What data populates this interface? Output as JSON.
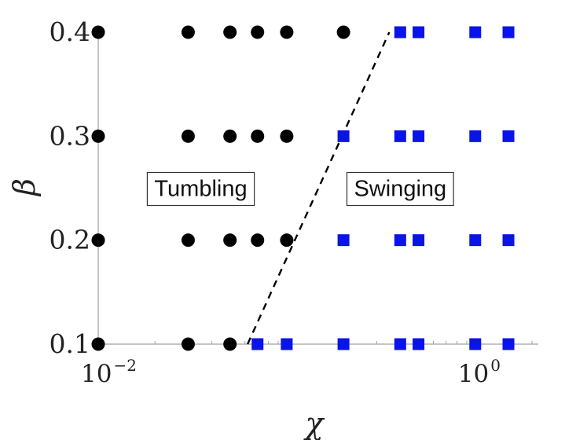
{
  "chart_data": {
    "type": "scatter",
    "xscale": "log",
    "xlabel": "χ",
    "ylabel": "β",
    "xlim": [
      0.01,
      2.0
    ],
    "ylim": [
      0.1,
      0.4
    ],
    "x_ticks": [
      {
        "value": 0.01,
        "base": "10",
        "exp": "−2"
      },
      {
        "value": 1.0,
        "base": "10",
        "exp": "0"
      }
    ],
    "y_ticks": [
      {
        "value": 0.1,
        "label": "0.1"
      },
      {
        "value": 0.2,
        "label": "0.2"
      },
      {
        "value": 0.3,
        "label": "0.3"
      },
      {
        "value": 0.4,
        "label": "0.4"
      }
    ],
    "series": [
      {
        "marker": "circle",
        "color": "#000000",
        "points": [
          [
            0.01,
            0.1
          ],
          [
            0.03,
            0.1
          ],
          [
            0.05,
            0.1
          ],
          [
            0.01,
            0.2
          ],
          [
            0.03,
            0.2
          ],
          [
            0.05,
            0.2
          ],
          [
            0.07,
            0.2
          ],
          [
            0.1,
            0.2
          ],
          [
            0.01,
            0.3
          ],
          [
            0.03,
            0.3
          ],
          [
            0.05,
            0.3
          ],
          [
            0.07,
            0.3
          ],
          [
            0.1,
            0.3
          ],
          [
            0.01,
            0.4
          ],
          [
            0.03,
            0.4
          ],
          [
            0.05,
            0.4
          ],
          [
            0.07,
            0.4
          ],
          [
            0.1,
            0.4
          ],
          [
            0.2,
            0.4
          ]
        ]
      },
      {
        "marker": "square",
        "color": "#0a14e6",
        "points": [
          [
            0.07,
            0.1
          ],
          [
            0.1,
            0.1
          ],
          [
            0.2,
            0.1
          ],
          [
            0.4,
            0.1
          ],
          [
            0.5,
            0.1
          ],
          [
            1.0,
            0.1
          ],
          [
            1.5,
            0.1
          ],
          [
            0.2,
            0.2
          ],
          [
            0.4,
            0.2
          ],
          [
            0.5,
            0.2
          ],
          [
            1.0,
            0.2
          ],
          [
            1.5,
            0.2
          ],
          [
            0.2,
            0.3
          ],
          [
            0.4,
            0.3
          ],
          [
            0.5,
            0.3
          ],
          [
            1.0,
            0.3
          ],
          [
            1.5,
            0.3
          ],
          [
            0.4,
            0.4
          ],
          [
            0.5,
            0.4
          ],
          [
            1.0,
            0.4
          ],
          [
            1.5,
            0.4
          ]
        ]
      }
    ],
    "boundary_line": {
      "style": "dashed",
      "color": "#000000",
      "from": [
        0.062,
        0.1
      ],
      "to": [
        0.35,
        0.4
      ]
    },
    "annotations": [
      {
        "text": "Tumbling",
        "x": 0.035,
        "y": 0.25
      },
      {
        "text": "Swinging",
        "x": 0.4,
        "y": 0.25
      }
    ],
    "grid": false
  }
}
